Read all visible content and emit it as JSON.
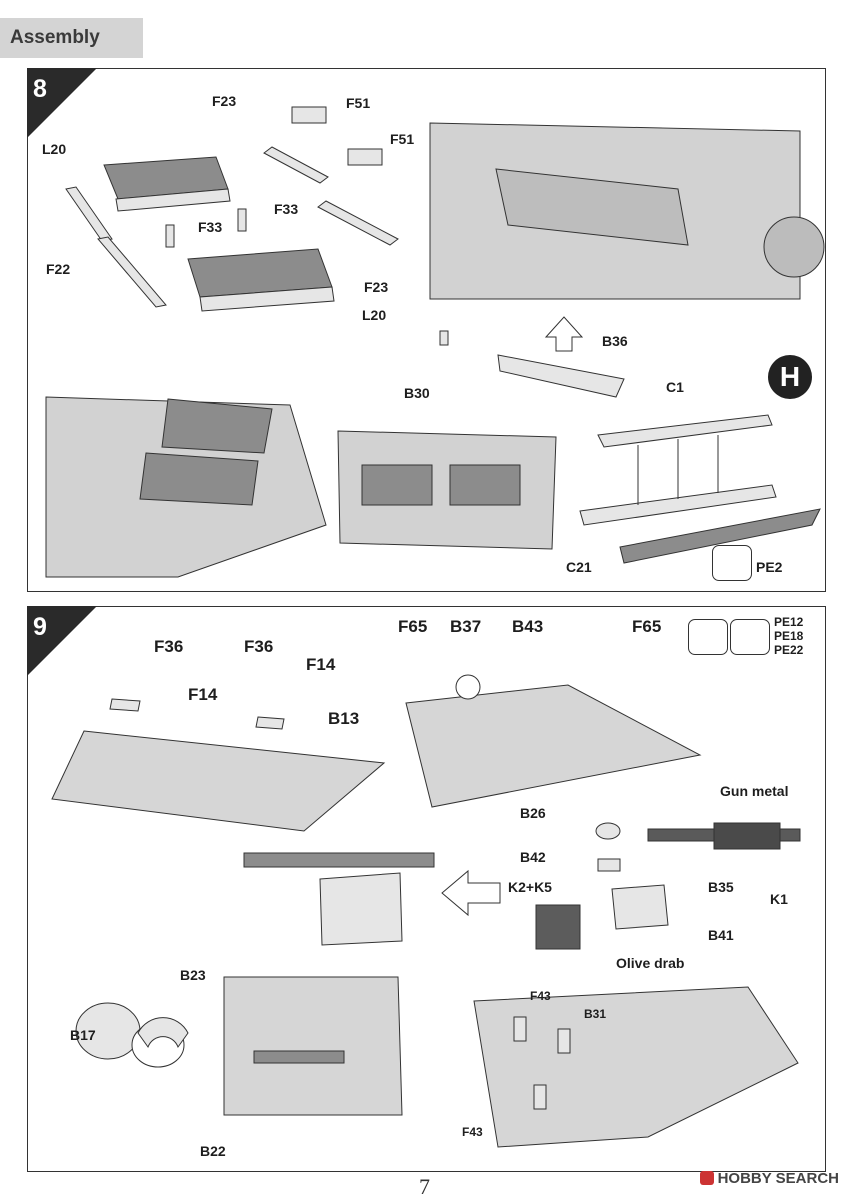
{
  "header": {
    "section_title": "Assembly"
  },
  "step8": {
    "number": "8",
    "labels": {
      "f23_top": "F23",
      "f51_a": "F51",
      "f51_b": "F51",
      "l20_left": "L20",
      "f33_a": "F33",
      "f33_b": "F33",
      "f22": "F22",
      "f23_bottom": "F23",
      "l20_bottom": "L20",
      "b36": "B36",
      "b30": "B30",
      "c1": "C1",
      "c21": "C21",
      "pe2": "PE2"
    },
    "marker": "H"
  },
  "step9": {
    "number": "9",
    "labels": {
      "f36_a": "F36",
      "f36_b": "F36",
      "f14_a": "F14",
      "f14_b": "F14",
      "b13": "B13",
      "f65_a": "F65",
      "b37": "B37",
      "b43": "B43",
      "f65_b": "F65",
      "pe_list": [
        "PE12",
        "PE18",
        "PE22"
      ],
      "b26": "B26",
      "b42": "B42",
      "b35": "B35",
      "k1": "K1",
      "k2k5": "K2+K5",
      "b41": "B41",
      "b23": "B23",
      "b17": "B17",
      "b22": "B22",
      "f43_a": "F43",
      "b31": "B31",
      "f43_b": "F43"
    },
    "paints": {
      "gun": "Gun metal",
      "ammo": "Olive drab"
    }
  },
  "footer": {
    "page_number": "7",
    "watermark": "HOBBY SEARCH"
  }
}
